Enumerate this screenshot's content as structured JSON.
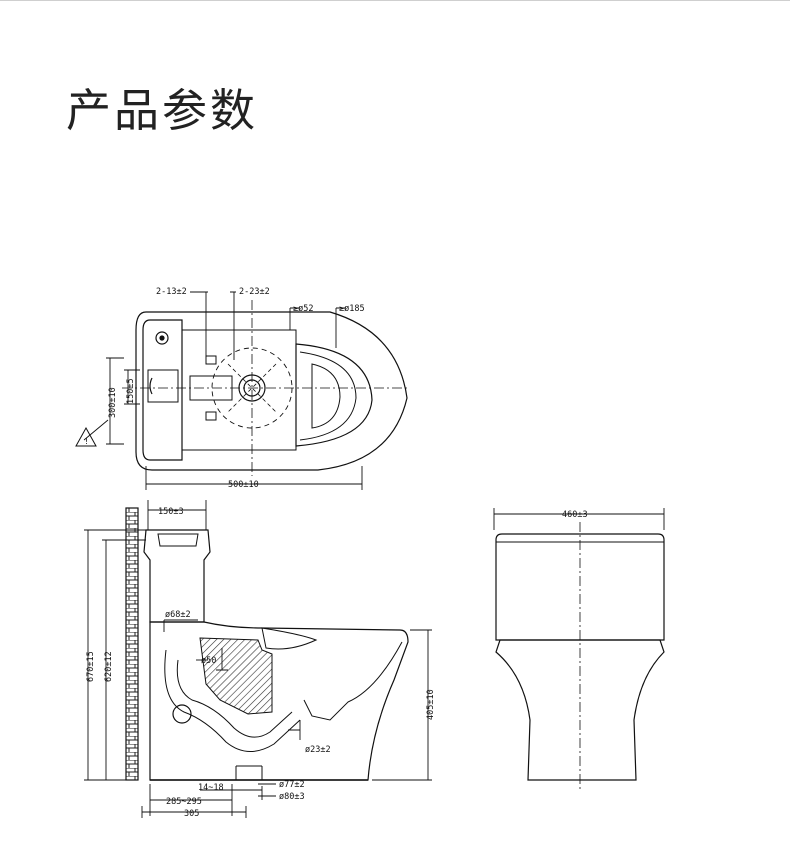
{
  "title": "产品参数",
  "top_view": {
    "dim_hole_spacing": "2-13±2",
    "dim_hole_spacing_2": "2-23±2",
    "dim_outlet_1": "≥ø52",
    "dim_outlet_2": "≥ø185",
    "dim_width": "300±10",
    "dim_inner": "150±5",
    "dim_length": "500±10",
    "warning_symbol": "!"
  },
  "side_view": {
    "dim_tank_offset": "150±3",
    "dim_total_height": "670±15",
    "dim_tank_height": "620±12",
    "dim_pipe_1": "ø68±2",
    "dim_pipe_2": "ø50",
    "dim_seat_height": "405±10",
    "dim_drain": "ø23±2",
    "dim_base_range": "14~18",
    "dim_outlet_77": "ø77±2",
    "dim_outlet_80": "ø80±3",
    "dim_rough_in": "285~295",
    "dim_depth": "305"
  },
  "front_view": {
    "dim_width": "460±3"
  },
  "colors": {
    "line": "#111111",
    "title": "#222222"
  }
}
